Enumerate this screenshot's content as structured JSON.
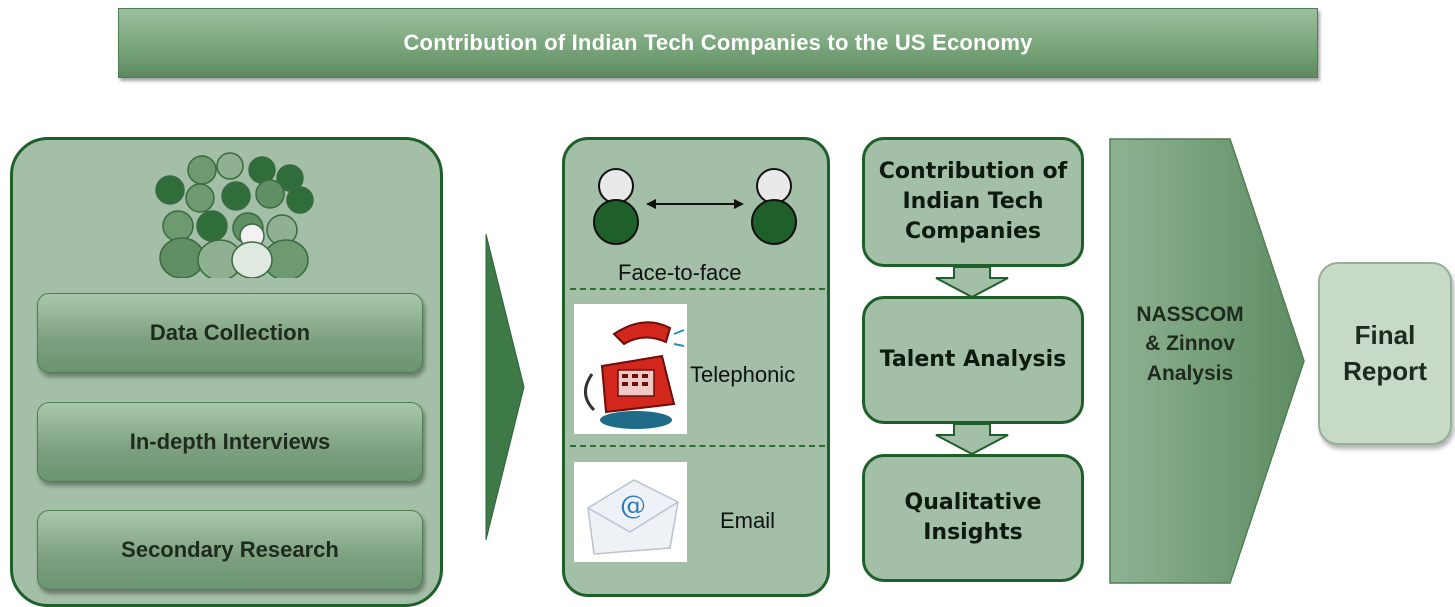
{
  "title": "Contribution of Indian Tech Companies to the US Economy",
  "left_panel": {
    "buttons": [
      "Data Collection",
      "In-depth Interviews",
      "Secondary Research"
    ]
  },
  "methods": {
    "face_to_face": "Face-to-face",
    "telephonic": "Telephonic",
    "email": "Email",
    "email_glyph": "@"
  },
  "stages": {
    "contribution": "Contribution of Indian Tech Companies",
    "talent": "Talent Analysis",
    "qualitative": "Qualitative Insights"
  },
  "analysis": "NASSCOM & Zinnov Analysis",
  "final": "Final Report",
  "colors": {
    "dark_green": "#1f5f2a",
    "panel_fill": "#a4bfa8",
    "banner_green": "#7aa67c"
  }
}
